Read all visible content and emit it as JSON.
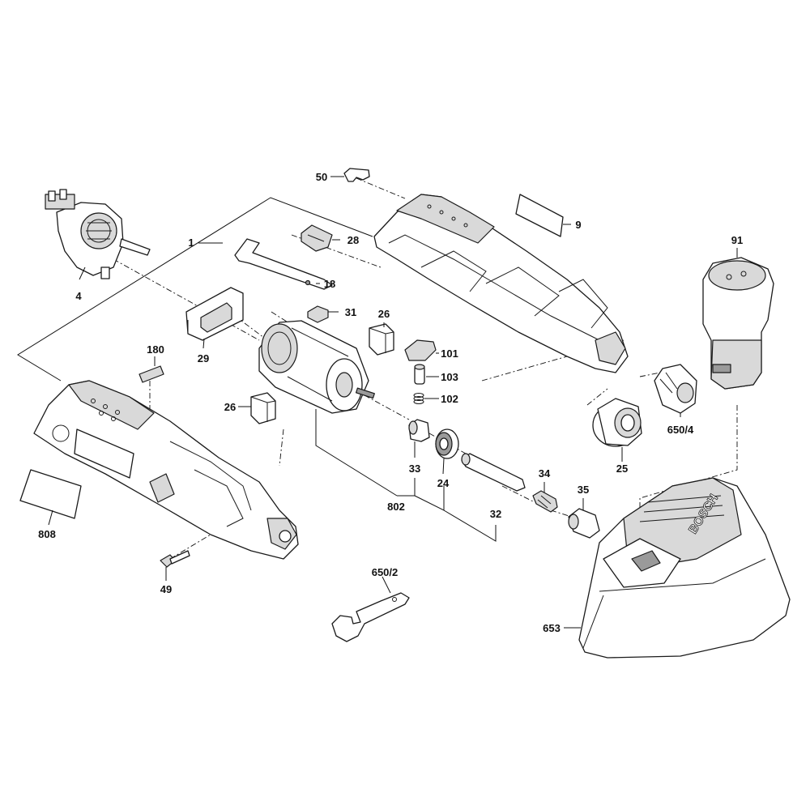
{
  "diagram": {
    "brand_text": "BOSCH",
    "labels": {
      "p1": "1",
      "p4": "4",
      "p9": "9",
      "p18": "18",
      "p24": "24",
      "p25": "25",
      "p26a": "26",
      "p26b": "26",
      "p28": "28",
      "p29": "29",
      "p31": "31",
      "p32": "32",
      "p33": "33",
      "p34": "34",
      "p35": "35",
      "p49": "49",
      "p50": "50",
      "p91": "91",
      "p101": "101",
      "p102": "102",
      "p103": "103",
      "p180": "180",
      "p650_2": "650/2",
      "p650_4": "650/4",
      "p653": "653",
      "p802": "802",
      "p808": "808"
    }
  }
}
